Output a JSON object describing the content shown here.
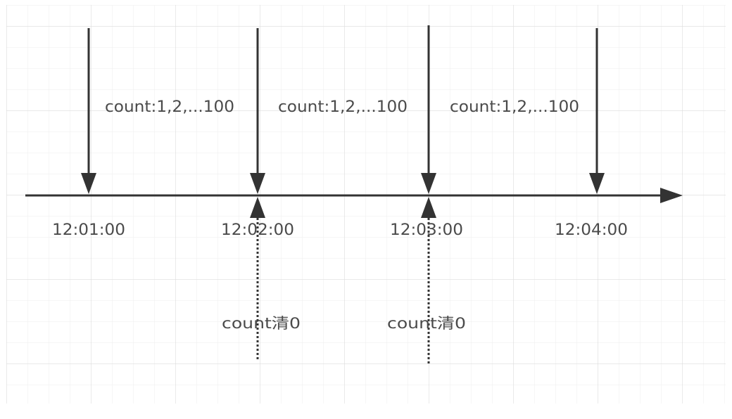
{
  "diagram": {
    "colors": {
      "background": "#ffffff",
      "grid_minor": "#eeeeee",
      "grid_major": "#dcdcdc",
      "line": "#333333",
      "text": "#4a4a4a"
    },
    "window_counts": [
      {
        "label": "count:1,2,...100"
      },
      {
        "label": "count:1,2,...100"
      },
      {
        "label": "count:1,2,...100"
      }
    ],
    "time_ticks": [
      {
        "label": "12:01:00"
      },
      {
        "label": "12:02:00"
      },
      {
        "label": "12:03:00"
      },
      {
        "label": "12:04:00"
      }
    ],
    "resets": [
      {
        "label": "count清0"
      },
      {
        "label": "count清0"
      }
    ]
  }
}
